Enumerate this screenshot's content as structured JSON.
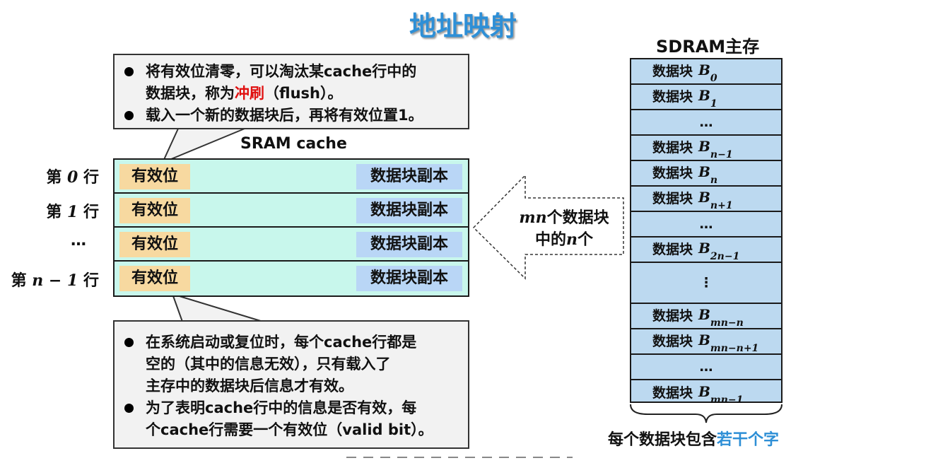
{
  "title": "地址映射",
  "top_callout": {
    "line1": "将有效位清零，可以淘汰某cache行中的",
    "line2_pre": "数据块，称为",
    "line2_red": "冲刷",
    "line2_post": "（flush）。",
    "line3": "载入一个新的数据块后，再将有效位置1。"
  },
  "cache": {
    "label": "SRAM  cache",
    "rows": [
      {
        "label_pre": "第",
        "label_num": "0",
        "label_post": "行",
        "valid": "有效位",
        "copy": "数据块副本"
      },
      {
        "label_pre": "第",
        "label_num": "1",
        "label_post": "行",
        "valid": "有效位",
        "copy": "数据块副本"
      },
      {
        "label_pre": "",
        "label_num": "…",
        "label_post": "",
        "valid": "有效位",
        "copy": "数据块副本"
      },
      {
        "label_pre": "第",
        "label_num": "n − 1",
        "label_post": "行",
        "valid": "有效位",
        "copy": "数据块副本"
      }
    ]
  },
  "bottom_callout": {
    "item1_line1": "在系统启动或复位时，每个cache行都是",
    "item1_line2": "空的（其中的信息无效），只有载入了",
    "item1_line3": "主存中的数据块后信息才有效。",
    "item2_line1": "为了表明cache行中的信息是否有效，每",
    "item2_line2": "个cache行需要一个有效位（valid bit）。"
  },
  "arrow": {
    "line1_math": "mn",
    "line1_text": "个数据块",
    "line2_pre": "中的",
    "line2_math": "n",
    "line2_post": "个"
  },
  "sdram": {
    "label": "SDRAM主存",
    "block_word": "数据块",
    "rows": [
      {
        "kind": "block",
        "sub": "0"
      },
      {
        "kind": "block",
        "sub": "1"
      },
      {
        "kind": "dots",
        "text": "…"
      },
      {
        "kind": "block",
        "sub": "n−1"
      },
      {
        "kind": "block",
        "sub": "n"
      },
      {
        "kind": "block",
        "sub": "n+1"
      },
      {
        "kind": "dots",
        "text": "…"
      },
      {
        "kind": "block",
        "sub": "2n−1"
      },
      {
        "kind": "dots",
        "text": "⋮"
      },
      {
        "kind": "block",
        "sub": "mn−n"
      },
      {
        "kind": "block",
        "sub": "mn−n+1"
      },
      {
        "kind": "dots",
        "text": "…"
      },
      {
        "kind": "block",
        "sub": "mn−1"
      }
    ]
  },
  "bottom_note": {
    "text_pre": "每个数据块包含",
    "text_blue": "若干个字"
  },
  "colors": {
    "title": "#2e8fd6",
    "highlight_red": "#e01010",
    "cache_bg": "#c8f7ec",
    "valid_bg": "#f7d9a0",
    "copy_bg": "#b9d6f6",
    "sdram_bg": "#bcd9f0",
    "callout_bg": "#f2f2f2"
  }
}
